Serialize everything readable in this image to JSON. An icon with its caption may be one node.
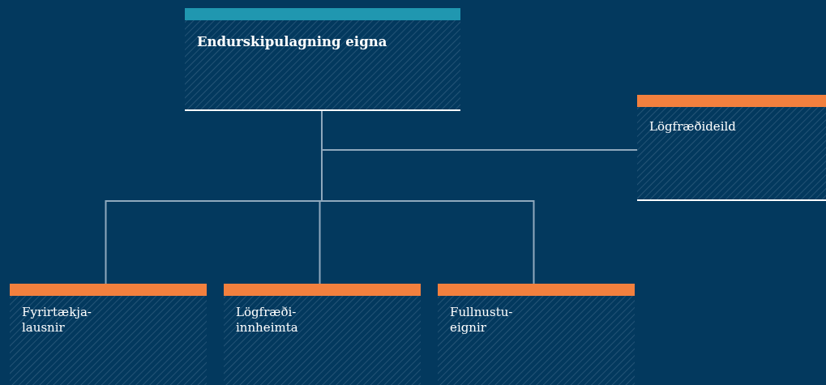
{
  "diagram": {
    "nodes": [
      {
        "text": [
          "Endurskipulagning eigna"
        ]
      },
      {
        "text": [
          "Lögfræðideild"
        ]
      },
      {
        "text": [
          "Fyrirtækja- lausnir"
        ]
      },
      {
        "text": [
          "Lögfræði- innheimta"
        ]
      },
      {
        "text": [
          "Fullnustu- eignir"
        ]
      }
    ],
    "edges": [
      {
        "from": 0,
        "to": 1,
        "arrow": "none"
      },
      {
        "from": 0,
        "to": 2,
        "arrow": "none"
      },
      {
        "from": 0,
        "to": 3,
        "arrow": "none"
      },
      {
        "from": 0,
        "to": 4,
        "arrow": "none"
      }
    ]
  }
}
